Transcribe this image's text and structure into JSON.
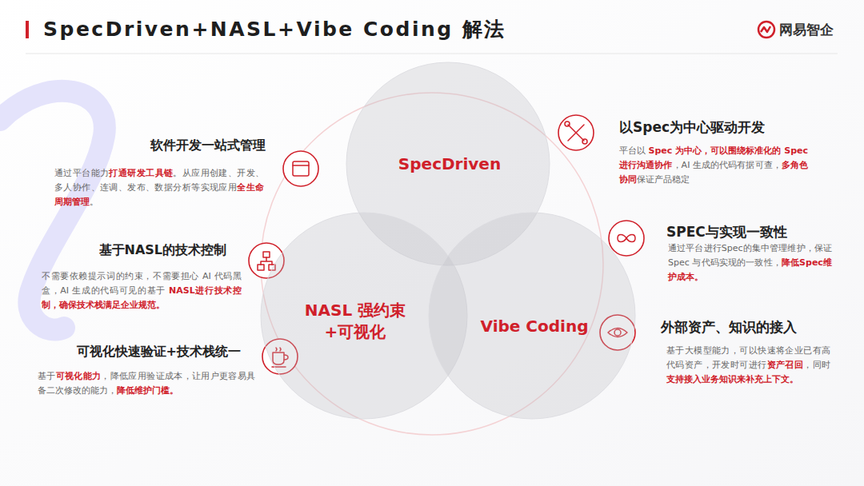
{
  "diagram": {
    "title": "SpecDriven+NASL+Vibe Coding 解法",
    "nodes": [
      {
        "text": [
          "SpecDriven"
        ]
      },
      {
        "text": [
          "NASL 强约束+可视化"
        ]
      },
      {
        "text": [
          "Vibe Coding"
        ]
      }
    ],
    "labels": [
      "网易智企",
      "软件开发一站式管理",
      "通过平台能力",
      "打通研发工具链",
      "。从应用创建、开发、多人协作、连调、发布、数据分析等实现应用",
      "全生命周期管理",
      "。",
      "基于NASL的技术控制",
      "不需要依赖提示词的约束，不需要担心 AI 代码黑盒，AI 生成的代码可见的基于 ",
      "NASL进行技术控制，确保技术栈满足企业规范。",
      "可视化快速验证+技术栈统一",
      "基于",
      "可视化能力",
      "，降低应用验证成本，让用户更容易具备二次修改的能力，",
      "降低维护门槛。",
      "以Spec为中心驱动开发",
      "平台以 ",
      "Spec 为中心，可以围绕标准化的 Spec 进行沟通协作",
      "，AI 生成的代码有据可查，",
      "多角色协同",
      "保证产品稳定",
      "SPEC与实现一致性",
      "通过平台进行Spec的集中管理维护，保证 Spec 与代码实现的一致性，",
      "降低Spec维护成本。",
      "外部资产、知识的接入",
      "基于大模型能力，可以快速将企业已有高代码资产，开发时可进行",
      "资产召回",
      "，同时",
      "支持接入业务知识来补充上下文。"
    ]
  }
}
